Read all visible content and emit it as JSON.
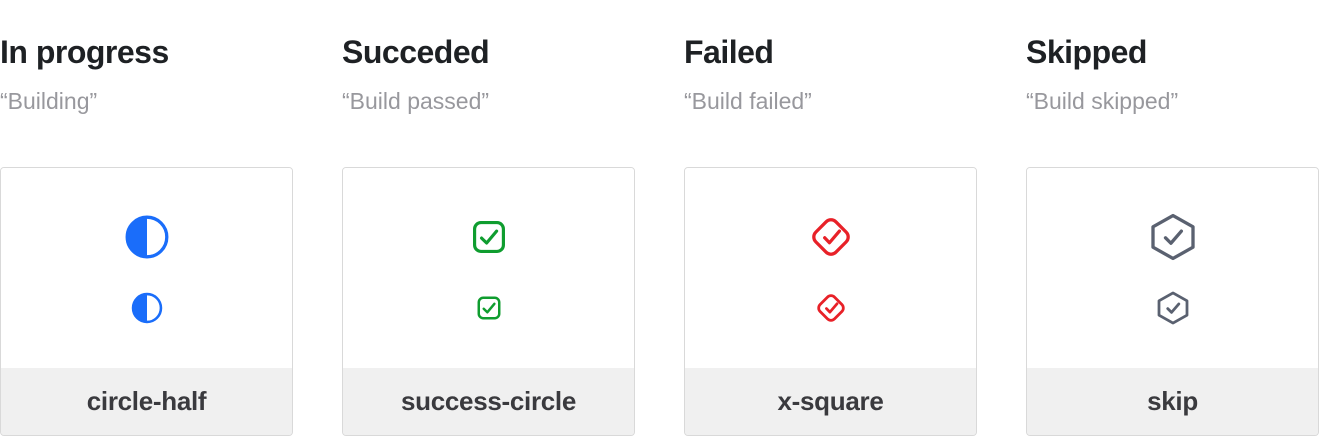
{
  "colors": {
    "heading_text": "#1e2124",
    "subtitle_text": "#98989d",
    "label_text": "#3a3a3e",
    "card_border": "#d9d9d9",
    "card_footer_bg": "#f0f0f0",
    "in_progress_blue": "#1a6dfa",
    "succeeded_green": "#0f9d2f",
    "failed_red": "#e82128",
    "skipped_slate": "#5a6170"
  },
  "columns": [
    {
      "heading": "In progress",
      "subtitle": "“Building”",
      "icon": "circle-half-icon",
      "label": "circle-half"
    },
    {
      "heading": "Succeded",
      "subtitle": "“Build passed”",
      "icon": "check-square-icon",
      "label": "success-circle"
    },
    {
      "heading": "Failed",
      "subtitle": "“Build failed”",
      "icon": "check-diamond-icon",
      "label": "x-square"
    },
    {
      "heading": "Skipped",
      "subtitle": "“Build skipped”",
      "icon": "check-hexagon-icon",
      "label": "skip"
    }
  ]
}
